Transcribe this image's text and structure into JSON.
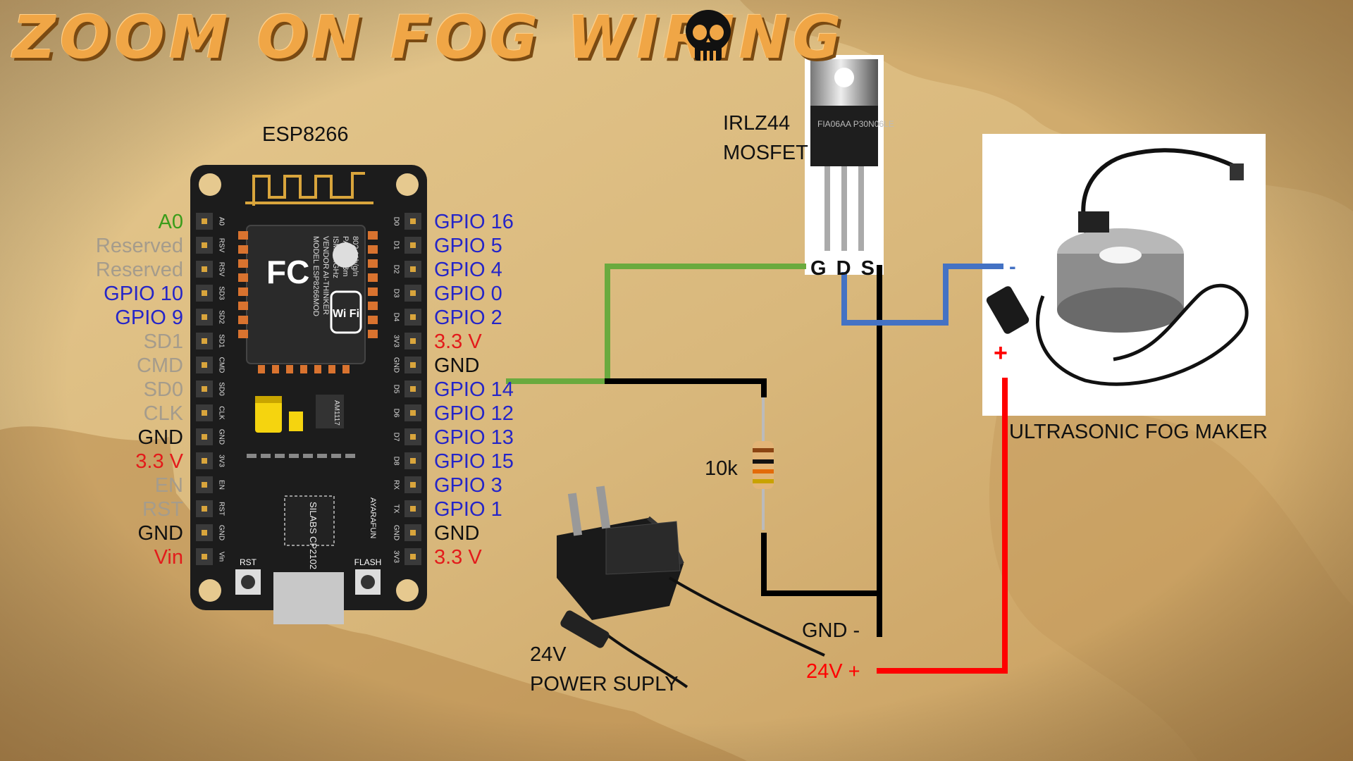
{
  "title": "ZOOM ON FOG WIRING",
  "board_label": "ESP8266",
  "mosfet_label_line1": "IRLZ44",
  "mosfet_label_line2": "MOSFET",
  "mosfet_pins": "G D S",
  "fog_label": "ULTRASONIC FOG MAKER",
  "fog_minus": "-",
  "fog_plus": "+",
  "resistor_label": "10k",
  "psu_label_line1": "24V",
  "psu_label_line2": "POWER SUPLY",
  "gnd_label": "GND -",
  "v24_label": "24V +",
  "left_pins": [
    {
      "label": "A0",
      "color": "#3a9c1a"
    },
    {
      "label": "Reserved",
      "color": "#a59c8c"
    },
    {
      "label": "Reserved",
      "color": "#a59c8c"
    },
    {
      "label": "GPIO 10",
      "color": "#2525c8"
    },
    {
      "label": "GPIO 9",
      "color": "#2525c8"
    },
    {
      "label": "SD1",
      "color": "#a59c8c"
    },
    {
      "label": "CMD",
      "color": "#a59c8c"
    },
    {
      "label": "SD0",
      "color": "#a59c8c"
    },
    {
      "label": "CLK",
      "color": "#a59c8c"
    },
    {
      "label": "GND",
      "color": "#111111"
    },
    {
      "label": "3.3 V",
      "color": "#e31b1b"
    },
    {
      "label": "EN",
      "color": "#a59c8c"
    },
    {
      "label": "RST",
      "color": "#a59c8c"
    },
    {
      "label": "GND",
      "color": "#111111"
    },
    {
      "label": "Vin",
      "color": "#e31b1b"
    }
  ],
  "right_pins": [
    {
      "label": "GPIO 16",
      "color": "#2525c8"
    },
    {
      "label": "GPIO 5",
      "color": "#2525c8"
    },
    {
      "label": "GPIO 4",
      "color": "#2525c8"
    },
    {
      "label": "GPIO 0",
      "color": "#2525c8"
    },
    {
      "label": "GPIO 2",
      "color": "#2525c8"
    },
    {
      "label": "3.3 V",
      "color": "#e31b1b"
    },
    {
      "label": "GND",
      "color": "#111111"
    },
    {
      "label": "GPIO 14",
      "color": "#2525c8"
    },
    {
      "label": "GPIO 12",
      "color": "#2525c8"
    },
    {
      "label": "GPIO 13",
      "color": "#2525c8"
    },
    {
      "label": "GPIO 15",
      "color": "#2525c8"
    },
    {
      "label": "GPIO 3",
      "color": "#2525c8"
    },
    {
      "label": "GPIO 1",
      "color": "#2525c8"
    },
    {
      "label": "GND",
      "color": "#111111"
    },
    {
      "label": "3.3 V",
      "color": "#e31b1b"
    }
  ],
  "board_left_silk": [
    "A0",
    "RSV",
    "RSV",
    "SD3",
    "SD2",
    "SD1",
    "CMD",
    "SD0",
    "CLK",
    "GND",
    "3V3",
    "EN",
    "RST",
    "GND",
    "Vin"
  ],
  "board_right_silk": [
    "D0",
    "D1",
    "D2",
    "D3",
    "D4",
    "3V3",
    "GND",
    "D5",
    "D6",
    "D7",
    "D8",
    "RX",
    "TX",
    "GND",
    "3V3"
  ],
  "board_text": {
    "module": "MODEL ESP8266MOD",
    "vendor": "VENDOR AI-THINKER",
    "ism": "ISM 2.4GHz",
    "pa": "PA +25dBm",
    "std": "802.11b/g/n",
    "fc": "FC",
    "wifi": "Wi Fi",
    "chip": "SILABS CP2102",
    "reg": "AM1117",
    "brand": "AYARAFUN",
    "rst": "RST",
    "flash": "FLASH"
  },
  "mosfet_text": "FIA06AA P30N06LE",
  "colors": {
    "wire_green": "#6aaa3e",
    "wire_black": "#000000",
    "wire_blue": "#4472c4",
    "wire_red": "#ff0000",
    "board": "#1c1c1c",
    "title": "#f0a646"
  }
}
